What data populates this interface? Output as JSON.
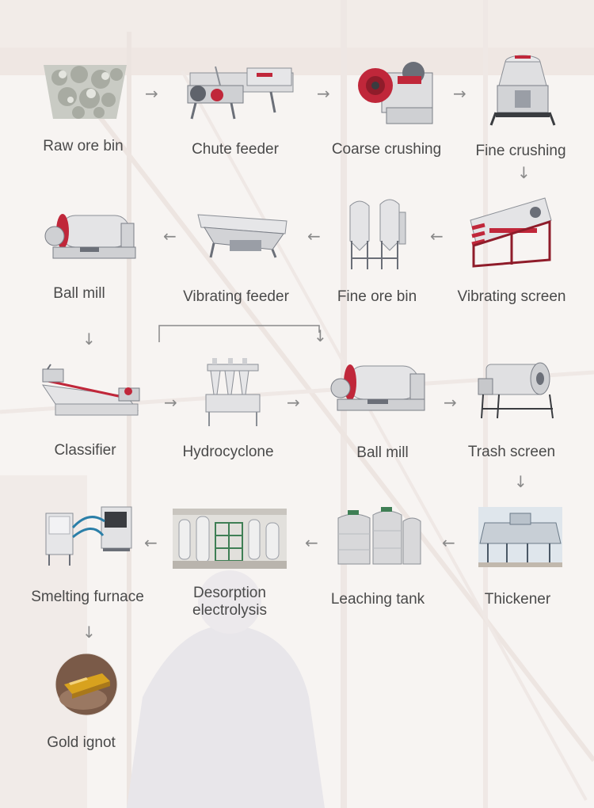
{
  "steps": [
    {
      "id": "raw-ore-bin",
      "label": "Raw ore bin"
    },
    {
      "id": "chute-feeder",
      "label": "Chute feeder"
    },
    {
      "id": "coarse-crushing",
      "label": "Coarse crushing"
    },
    {
      "id": "fine-crushing",
      "label": "Fine crushing"
    },
    {
      "id": "vibrating-screen",
      "label": "Vibrating screen"
    },
    {
      "id": "fine-ore-bin",
      "label": "Fine ore bin"
    },
    {
      "id": "vibrating-feeder",
      "label": "Vibrating feeder"
    },
    {
      "id": "ball-mill-1",
      "label": "Ball mill"
    },
    {
      "id": "classifier",
      "label": "Classifier"
    },
    {
      "id": "hydrocyclone",
      "label": "Hydrocyclone"
    },
    {
      "id": "ball-mill-2",
      "label": "Ball mill"
    },
    {
      "id": "trash-screen",
      "label": "Trash screen"
    },
    {
      "id": "thickener",
      "label": "Thickener"
    },
    {
      "id": "leaching-tank",
      "label": "Leaching tank"
    },
    {
      "id": "desorption-electrolysis",
      "label": "Desorption electrolysis"
    },
    {
      "id": "smelting-furnace",
      "label": "Smelting furnace"
    },
    {
      "id": "gold-ignot",
      "label": "Gold ignot"
    }
  ],
  "flow": [
    [
      "raw-ore-bin",
      "chute-feeder"
    ],
    [
      "chute-feeder",
      "coarse-crushing"
    ],
    [
      "coarse-crushing",
      "fine-crushing"
    ],
    [
      "fine-crushing",
      "vibrating-screen"
    ],
    [
      "vibrating-screen",
      "fine-ore-bin"
    ],
    [
      "fine-ore-bin",
      "vibrating-feeder"
    ],
    [
      "vibrating-feeder",
      "ball-mill-1"
    ],
    [
      "ball-mill-1",
      "classifier"
    ],
    [
      "classifier",
      "hydrocyclone"
    ],
    [
      "hydrocyclone",
      "ball-mill-2"
    ],
    [
      "hydrocyclone",
      "ball-mill-2"
    ],
    [
      "ball-mill-2",
      "trash-screen"
    ],
    [
      "trash-screen",
      "thickener"
    ],
    [
      "thickener",
      "leaching-tank"
    ],
    [
      "leaching-tank",
      "desorption-electrolysis"
    ],
    [
      "desorption-electrolysis",
      "smelting-furnace"
    ],
    [
      "smelting-furnace",
      "gold-ignot"
    ]
  ],
  "arrows": {
    "right": "→",
    "left": "←",
    "down": "↓"
  },
  "colors": {
    "label": "#4a4a4a",
    "arrow": "#8a8a8a",
    "machine_gray": "#d8d8da",
    "machine_dark": "#6b6f78",
    "accent_red": "#c0273a",
    "gold": "#d8a21e"
  }
}
